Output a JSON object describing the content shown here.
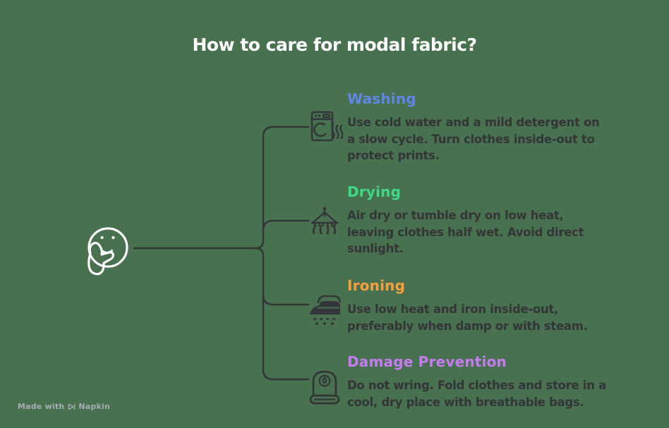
{
  "title": "How to care for modal fabric?",
  "colors": {
    "background": "#48714F",
    "ink": "#333538",
    "title": "#FFFFFF",
    "face": "#FFFFFF",
    "footer": "#C9C4DC"
  },
  "center": {
    "icon": "thinking-face-icon"
  },
  "sections": [
    {
      "label": "Washing",
      "color": "#5E87E8",
      "icon": "washing-machine-icon",
      "lines": [
        "Use cold water and a mild detergent on",
        "a slow cycle. Turn clothes inside-out to",
        "protect prints."
      ]
    },
    {
      "label": "Drying",
      "color": "#3FD885",
      "icon": "drying-rack-icon",
      "lines": [
        "Air dry or tumble dry on low heat,",
        "leaving clothes half wet. Avoid direct",
        "sunlight."
      ]
    },
    {
      "label": "Ironing",
      "color": "#F5A03C",
      "icon": "iron-icon",
      "lines": [
        "Use low heat and iron inside-out,",
        "preferably when damp or with steam."
      ]
    },
    {
      "label": "Damage Prevention",
      "color": "#C77BF1",
      "icon": "storage-bag-icon",
      "lines": [
        "Do not wring. Fold clothes and store in a",
        "cool, dry place with breathable bags."
      ]
    }
  ],
  "footer": {
    "prefix": "Made with",
    "brand": "Napkin",
    "icon": "napkin-logo-icon"
  }
}
